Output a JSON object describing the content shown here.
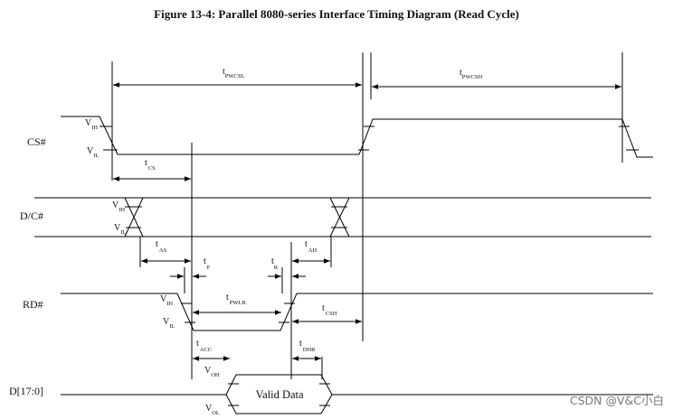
{
  "title": "Figure 13-4: Parallel 8080-series Interface Timing Diagram (Read Cycle)",
  "signals": {
    "cs": "CS#",
    "dc": "D/C#",
    "rd": "RD#",
    "data": "D[17:0]"
  },
  "timing": {
    "pwcsl": {
      "t": "t",
      "sub": "PWCSL"
    },
    "pwcsh": {
      "t": "t",
      "sub": "PWCSH"
    },
    "cs": {
      "t": "t",
      "sub": "CS"
    },
    "as": {
      "t": "t",
      "sub": "AS"
    },
    "ah": {
      "t": "t",
      "sub": "AH"
    },
    "f": {
      "t": "t",
      "sub": "F"
    },
    "r": {
      "t": "t",
      "sub": "R"
    },
    "pwlr": {
      "t": "t",
      "sub": "PWLR"
    },
    "csh": {
      "t": "t",
      "sub": "CSH"
    },
    "acc": {
      "t": "t",
      "sub": "ACC"
    },
    "dhr": {
      "t": "t",
      "sub": "DHR"
    }
  },
  "levels": {
    "vih": {
      "v": "V",
      "sub": "IH"
    },
    "vil": {
      "v": "V",
      "sub": "IL"
    },
    "voh": {
      "v": "V",
      "sub": "OH"
    },
    "vol": {
      "v": "V",
      "sub": "OL"
    }
  },
  "valid_data": "Valid Data",
  "watermark": "CSDN @V&C小白"
}
